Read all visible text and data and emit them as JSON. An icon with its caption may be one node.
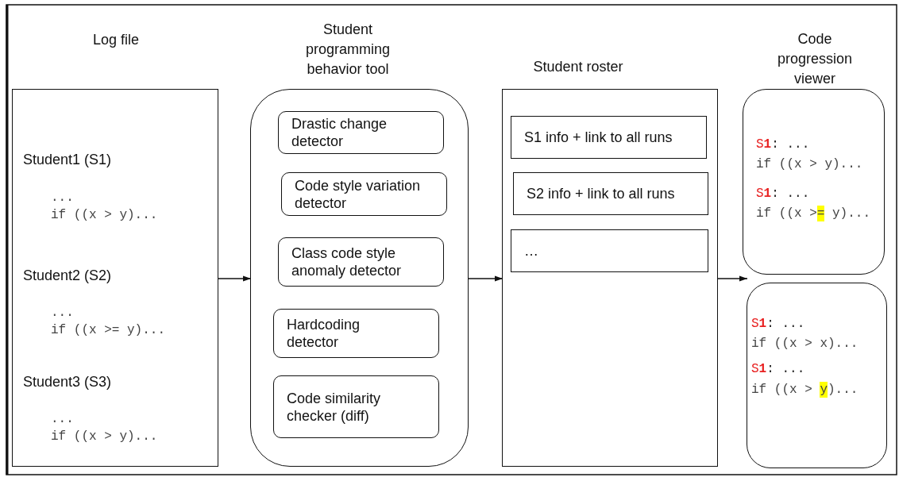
{
  "diagram": {
    "nodes": [
      {
        "text": [
          "Log file",
          "Student1 (S1)",
          "...",
          "if ((x > y)...",
          "Student2 (S2)",
          "...",
          "if ((x >= y)...",
          "Student3 (S3)",
          "...",
          "if ((x > y)..."
        ]
      },
      {
        "text": [
          "Student programming behavior tool"
        ]
      },
      {
        "text": [
          "Drastic change detector"
        ],
        "in": 1
      },
      {
        "text": [
          "Code style variation detector"
        ],
        "in": 1
      },
      {
        "text": [
          "Class code style anomaly detector"
        ],
        "in": 1
      },
      {
        "text": [
          "Hardcoding detector"
        ],
        "in": 1
      },
      {
        "text": [
          "Code similarity checker (diff)"
        ],
        "in": 1
      },
      {
        "text": [
          "Student roster"
        ]
      },
      {
        "text": [
          "S1 info + link to all runs"
        ],
        "in": 7
      },
      {
        "text": [
          "S2 info + link to all runs"
        ],
        "in": 7
      },
      {
        "text": [
          "…"
        ],
        "in": 7
      },
      {
        "text": [
          "Code progression viewer",
          "S**1**",
          ": ...",
          "if ((x > y)...",
          "S**1**",
          ": ...",
          "if ((x >",
          "=",
          "y)..."
        ]
      },
      {
        "text": [
          "S**1**",
          ": ...",
          "if ((x > x)...",
          "S**1**",
          ": ...",
          "if ((x >",
          "y",
          ")..."
        ]
      }
    ],
    "edges": [
      {
        "from": 0,
        "to": 1,
        "arrow": "to"
      },
      {
        "from": 1,
        "to": 7,
        "arrow": "to"
      },
      {
        "from": 7,
        "to": 12,
        "arrow": "to"
      }
    ]
  }
}
